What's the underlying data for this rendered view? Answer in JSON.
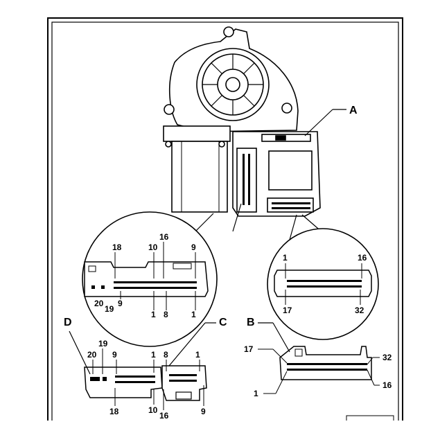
{
  "callouts": {
    "A": "A",
    "B": "B",
    "C": "C",
    "D": "D"
  },
  "detail_left": {
    "top_labels": [
      "18",
      "10",
      "16",
      "9"
    ],
    "bottom_labels": [
      "20",
      "19",
      "9",
      "1",
      "8",
      "1"
    ]
  },
  "detail_right": {
    "top_labels": [
      "1",
      "16"
    ],
    "bottom_labels": [
      "17",
      "32"
    ]
  },
  "connector_dc": {
    "top_labels": [
      "19",
      "20",
      "9",
      "1",
      "8",
      "1"
    ],
    "bottom_labels": [
      "18",
      "10",
      "16",
      "9"
    ]
  },
  "connector_b": {
    "left_labels": [
      "17",
      "1"
    ],
    "right_labels": [
      "32",
      "16"
    ]
  }
}
